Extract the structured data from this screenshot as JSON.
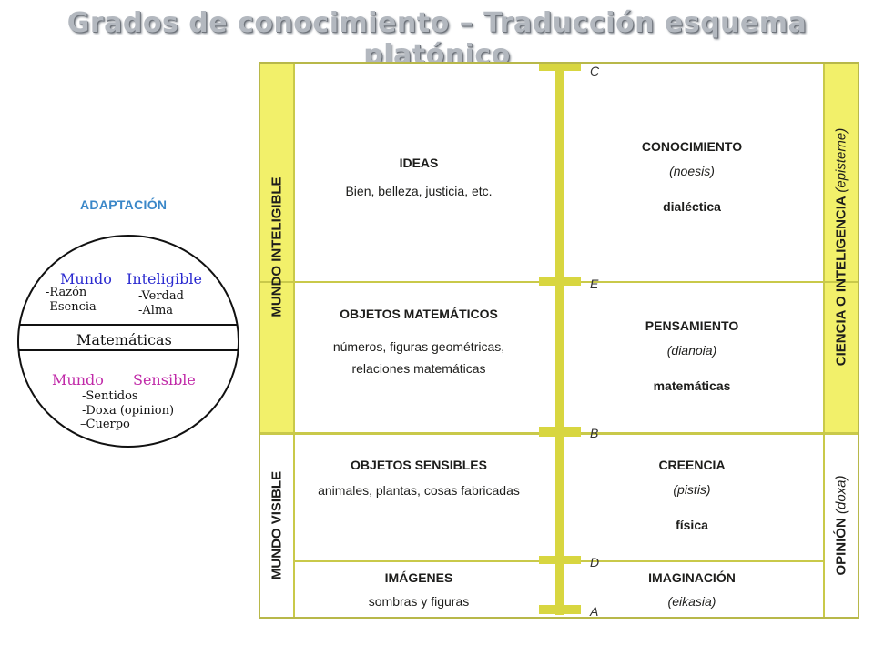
{
  "title": "Grados de conocimiento – Traducción esquema platónico",
  "adaptation": {
    "heading": "ADAPTACIÓN",
    "top_label_1": "Mundo",
    "top_label_2": "Inteligible",
    "top_left_items": [
      "-Razón",
      "-Esencia"
    ],
    "top_right_items": [
      "-Verdad",
      "-Alma"
    ],
    "middle_band": "Matemáticas",
    "bottom_label_1": "Mundo",
    "bottom_label_2": "Sensible",
    "bottom_items": [
      "-Sentidos",
      "-Doxa (opinion)",
      "–Cuerpo"
    ],
    "colors": {
      "inteligible": "#2b2bd0",
      "sensible": "#c02aa8",
      "heading": "#3a87c8"
    }
  },
  "diagram": {
    "left_bands": [
      "MUNDO INTELIGIBLE",
      "MUNDO VISIBLE"
    ],
    "right_bands": {
      "ciencia": "CIENCIA O INTELIGENCIA",
      "ciencia_italic": "(episteme)",
      "opinion": "OPINIÓN",
      "opinion_italic": "(doxa)"
    },
    "letters": [
      "C",
      "E",
      "B",
      "D",
      "A"
    ],
    "rows": [
      {
        "obj_title": "IDEAS",
        "obj_desc": "Bien, belleza, justicia, etc.",
        "know_title": "CONOCIMIENTO",
        "know_italic": "(noesis)",
        "know_extra": "dialéctica"
      },
      {
        "obj_title": "OBJETOS MATEMÁTICOS",
        "obj_desc": "números, figuras geométricas,",
        "obj_desc2": "relaciones matemáticas",
        "know_title": "PENSAMIENTO",
        "know_italic": "(dianoia)",
        "know_extra": "matemáticas"
      },
      {
        "obj_title": "OBJETOS SENSIBLES",
        "obj_desc": "animales, plantas, cosas fabricadas",
        "know_title": "CREENCIA",
        "know_italic": "(pistis)",
        "know_extra": "física"
      },
      {
        "obj_title": "IMÁGENES",
        "obj_desc": "sombras y figuras",
        "know_title": "IMAGINACIÓN",
        "know_italic": "(eikasia)",
        "know_extra": ""
      }
    ],
    "colors": {
      "band": "#f2f06a",
      "line": "#c9c94a",
      "axis": "#d8d640"
    }
  }
}
